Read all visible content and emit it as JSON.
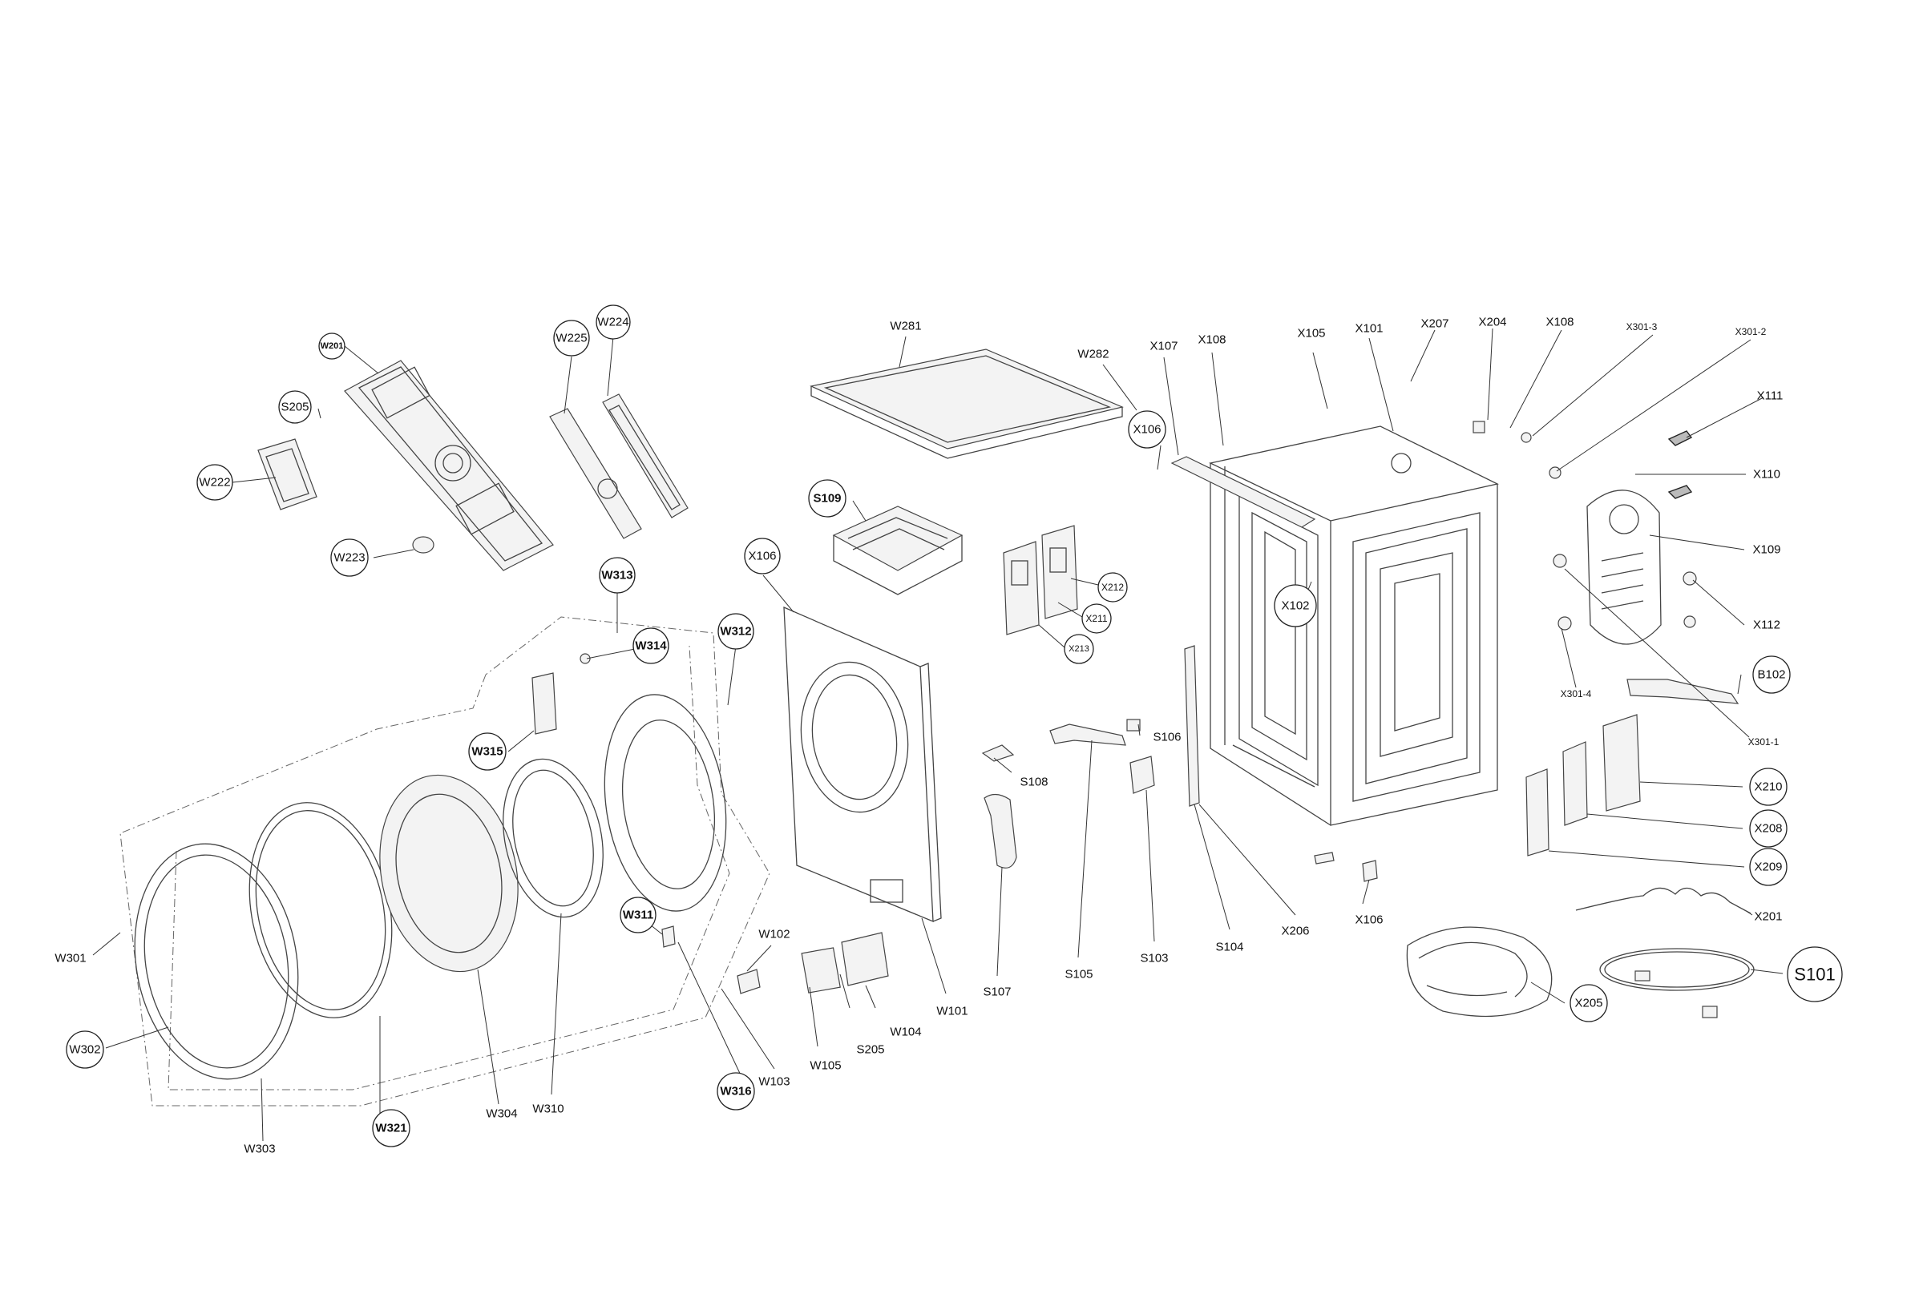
{
  "callouts": {
    "w201": "W201",
    "s205a": "S205",
    "w222": "W222",
    "w223": "W223",
    "w225": "W225",
    "w224": "W224",
    "w281": "W281",
    "w282": "W282",
    "x107": "X107",
    "x108a": "X108",
    "x105": "X105",
    "x101": "X101",
    "x207": "X207",
    "x204": "X204",
    "x108b": "X108",
    "x301_3": "X301-3",
    "x301_2": "X301-2",
    "x111": "X111",
    "x110": "X110",
    "x109": "X109",
    "x112": "X112",
    "b102": "B102",
    "x301_4": "X301-4",
    "x301_1": "X301-1",
    "x210": "X210",
    "x208": "X208",
    "x209": "X209",
    "x201": "X201",
    "s101": "S101",
    "x205": "X205",
    "x106a": "X106",
    "x102": "X102",
    "s109": "S109",
    "x212": "X212",
    "x211": "X211",
    "x213": "X213",
    "x106b": "X106",
    "w313": "W313",
    "w314": "W314",
    "w312": "W312",
    "w315": "W315",
    "s108": "S108",
    "s106": "S106",
    "w311": "W311",
    "s107": "S107",
    "s105": "S105",
    "s103": "S103",
    "s104": "S104",
    "x206": "X206",
    "x106c": "X106",
    "w101": "W101",
    "w102": "W102",
    "w104": "W104",
    "s205b": "S205",
    "w105": "W105",
    "w103": "W103",
    "w316": "W316",
    "w301": "W301",
    "w302": "W302",
    "w303": "W303",
    "w321": "W321",
    "w304": "W304",
    "w310": "W310"
  }
}
